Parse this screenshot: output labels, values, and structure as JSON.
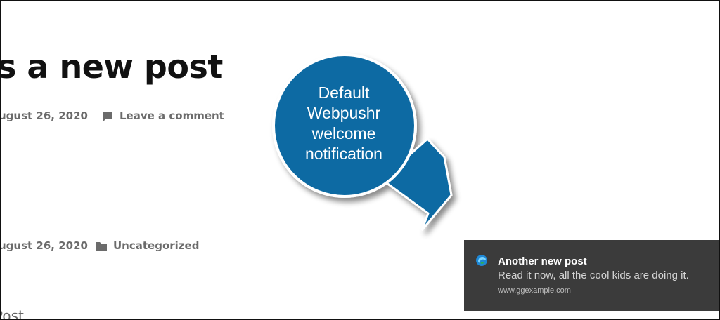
{
  "post": {
    "title": "s a new post",
    "date_1": "ugust 26, 2020",
    "comment_link": "Leave a comment",
    "date_2": "ugust 26, 2020",
    "category": "Uncategorized",
    "peek_text": "Post"
  },
  "callout": {
    "lines": [
      "Default",
      "Webpushr",
      "welcome",
      "notification"
    ],
    "color": "#0b6aa3"
  },
  "notification": {
    "title": "Another new post",
    "body": "Read it now, all the cool kids are doing it.",
    "source": "www.ggexample.com",
    "icon": "edge-browser-icon",
    "background": "#3b3b3b"
  },
  "icons": {
    "comment": "comment-icon",
    "folder": "folder-icon"
  }
}
